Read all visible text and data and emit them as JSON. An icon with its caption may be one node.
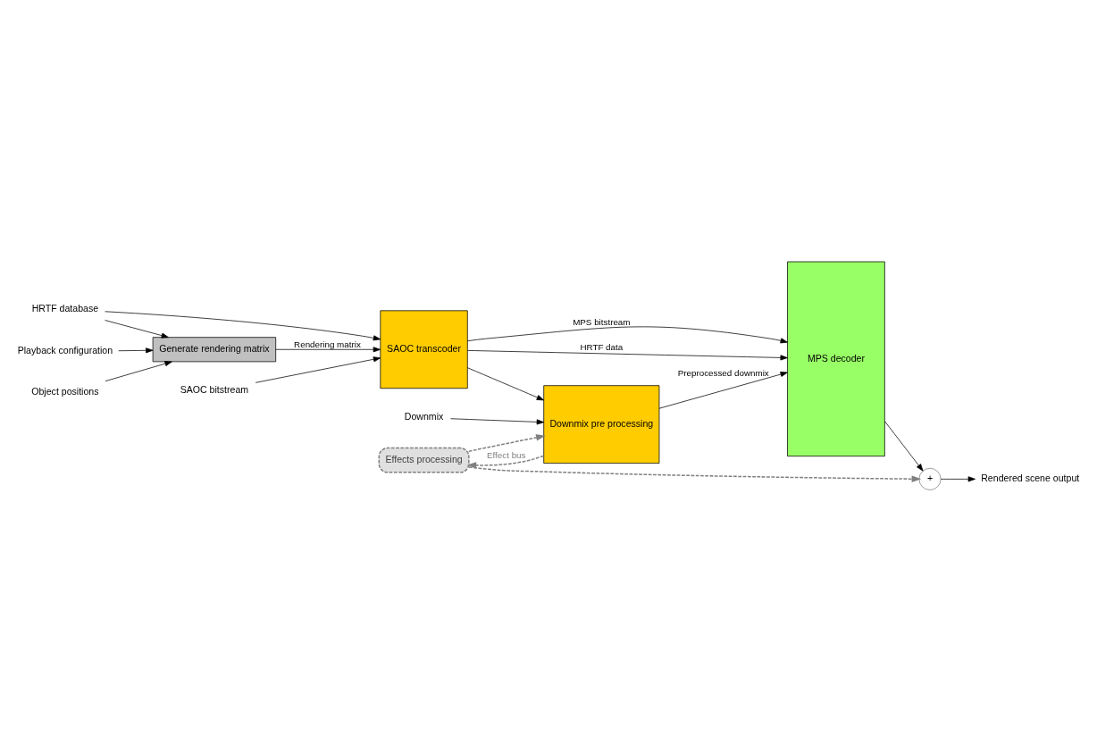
{
  "diagram": {
    "nodes": [
      {
        "text": [
          "Effects processing"
        ]
      },
      {
        "text": [
          "Downmix pre processing"
        ]
      },
      {
        "text": [
          "MPS decoder"
        ]
      },
      {
        "text": [
          "SAOC transcoder"
        ]
      },
      {
        "text": [
          "Generate rendering matrix"
        ]
      },
      {
        "text": [
          "+"
        ]
      },
      {
        "text": [
          "Downmix"
        ]
      },
      {
        "text": [
          "SAOC bitstream"
        ]
      },
      {
        "text": [
          "HRTF database"
        ]
      },
      {
        "text": [
          "Object positions"
        ]
      },
      {
        "text": [
          "Playback configuration"
        ]
      },
      {
        "text": [
          "Rendered scene output"
        ]
      }
    ],
    "edges": [
      {
        "from": 1,
        "to": 0,
        "arrow": "to",
        "label": "Effect bus",
        "style": "dashed",
        "color": "#808080"
      },
      {
        "from": 0,
        "to": 1,
        "arrow": "to",
        "style": "dashed",
        "color": "#808080"
      },
      {
        "from": 6,
        "to": 1,
        "arrow": "to"
      },
      {
        "from": 1,
        "to": 2,
        "arrow": "to",
        "label": "Preprocessed downmix"
      },
      {
        "from": 3,
        "to": 1,
        "arrow": "to"
      },
      {
        "from": 7,
        "to": 3,
        "arrow": "to"
      },
      {
        "from": 3,
        "to": 2,
        "arrow": "to",
        "label": "MPS bitstream"
      },
      {
        "from": 3,
        "to": 2,
        "arrow": "to",
        "label": "HRTF data"
      },
      {
        "from": 8,
        "to": 3,
        "arrow": "to"
      },
      {
        "from": 8,
        "to": 4,
        "arrow": "to"
      },
      {
        "from": 4,
        "to": 3,
        "arrow": "to",
        "label": "Rendering matrix"
      },
      {
        "from": 9,
        "to": 4,
        "arrow": "to"
      },
      {
        "from": 10,
        "to": 4,
        "arrow": "to"
      },
      {
        "from": 2,
        "to": 5,
        "arrow": "to"
      },
      {
        "from": 0,
        "to": 5,
        "arrow": "to",
        "style": "dashed",
        "color": "#808080"
      },
      {
        "from": 5,
        "to": 11,
        "arrow": "to"
      }
    ]
  }
}
